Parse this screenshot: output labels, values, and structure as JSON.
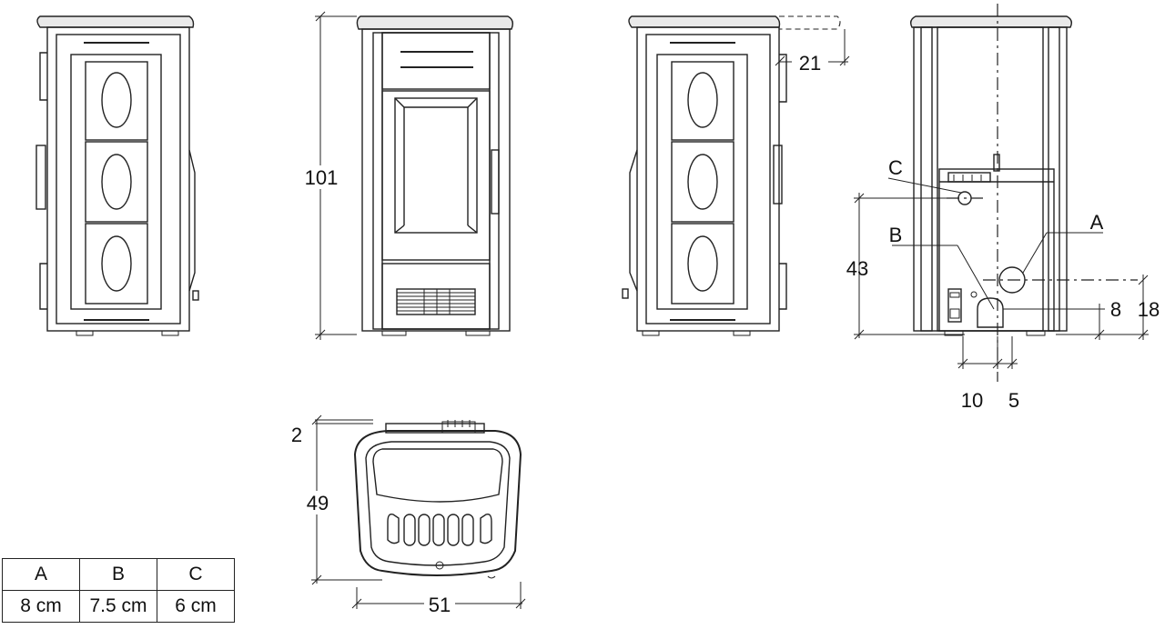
{
  "dimensions": {
    "height": "101",
    "flue_offset": "21",
    "c_label": "C",
    "b_label": "B",
    "a_label": "A",
    "height_43": "43",
    "dim_8": "8",
    "dim_18": "18",
    "dim_10": "10",
    "dim_5": "5",
    "top_gap": "2",
    "depth": "49",
    "width": "51"
  },
  "table": {
    "headers": [
      "A",
      "B",
      "C"
    ],
    "values": [
      "8 cm",
      "7.5 cm",
      "6 cm"
    ]
  }
}
